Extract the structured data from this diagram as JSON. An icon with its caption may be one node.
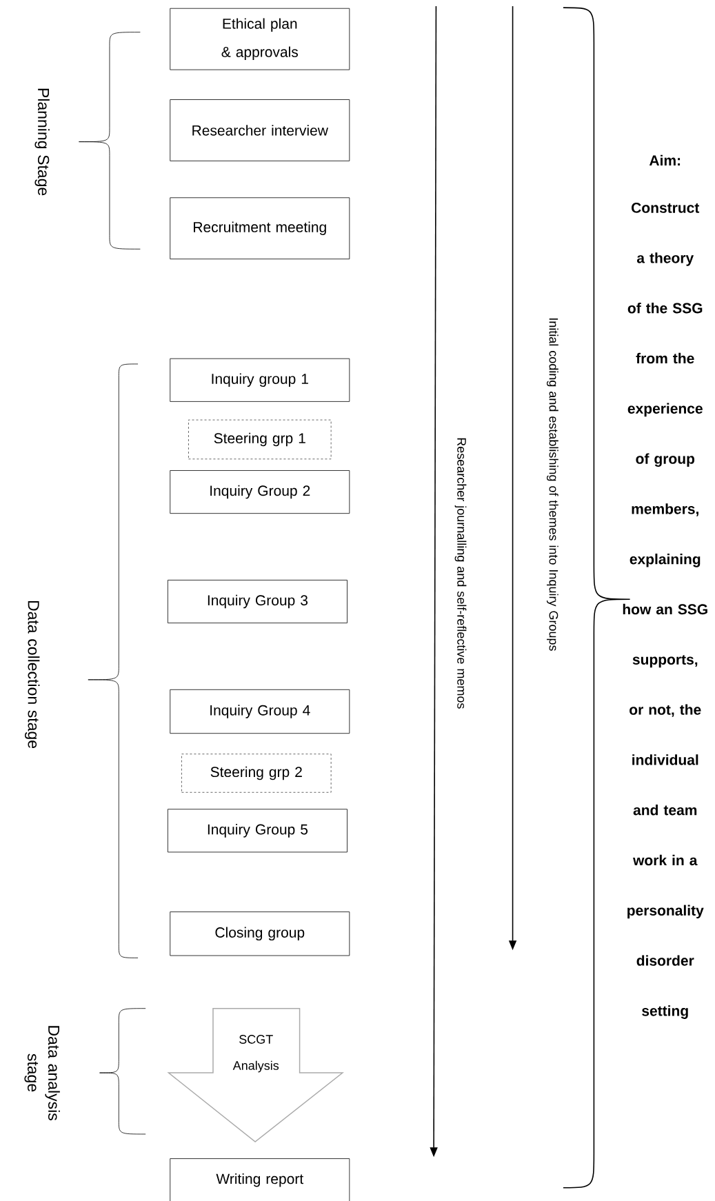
{
  "diagram": {
    "nodes": [
      {
        "text": [
          "Ethical plan & approvals"
        ]
      },
      {
        "text": [
          "Researcher interview"
        ]
      },
      {
        "text": [
          "Recruitment meeting"
        ]
      },
      {
        "text": [
          "Inquiry group 1"
        ]
      },
      {
        "text": [
          "Steering grp 1"
        ]
      },
      {
        "text": [
          "Inquiry Group 2"
        ]
      },
      {
        "text": [
          "Inquiry Group 3"
        ]
      },
      {
        "text": [
          "Inquiry Group 4"
        ]
      },
      {
        "text": [
          "Steering grp 2"
        ]
      },
      {
        "text": [
          "Inquiry Group 5"
        ]
      },
      {
        "text": [
          "Closing group"
        ]
      },
      {
        "text": [
          "SCGT Analysis"
        ]
      },
      {
        "text": [
          "Writing report"
        ]
      }
    ],
    "edges": [],
    "labels": [
      "Planning Stage",
      "Data collection stage",
      "Data analysis stage",
      "Researcher journalling and self-reflective memos",
      "Initial coding and establishing of themes into Inquiry Groups",
      "Aim:",
      "Construct a theory of the SSG from the experience of group members, explaining how an SSG supports, or not, the individual and team work in a personality disorder setting"
    ]
  }
}
